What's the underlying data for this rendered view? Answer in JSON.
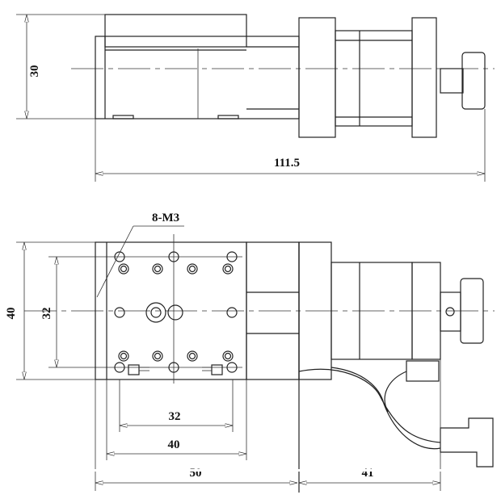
{
  "title": "Motorized linear stage dimension drawing",
  "units": "mm",
  "top_view": {
    "height_dim": "30",
    "length_dim": "111.5"
  },
  "bottom_view": {
    "hole_callout": "8-M3",
    "width_dim": "40",
    "hole_spacing_vertical": "32",
    "hole_spacing_horizontal": "32",
    "plate_width": "40",
    "stage_length": "50",
    "motor_length": "41"
  }
}
